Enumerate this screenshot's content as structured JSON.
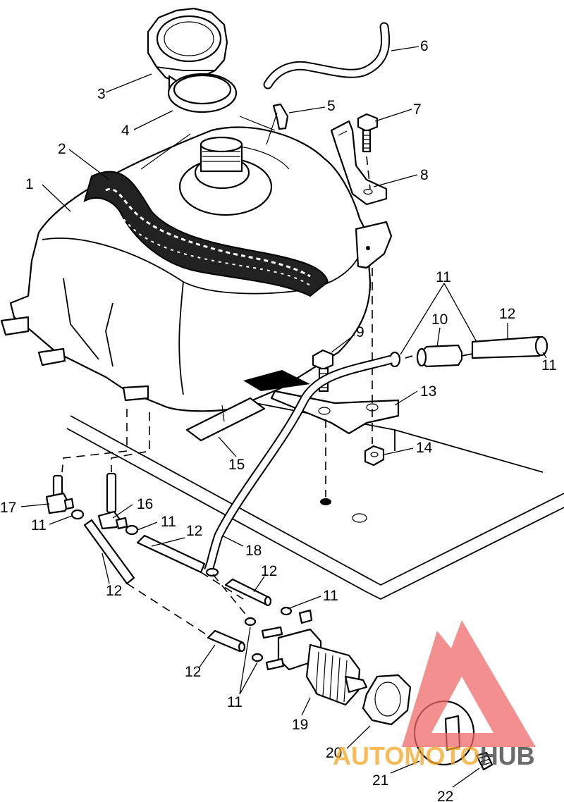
{
  "callouts": [
    {
      "id": "c1",
      "text": "1"
    },
    {
      "id": "c2",
      "text": "2"
    },
    {
      "id": "c3",
      "text": "3"
    },
    {
      "id": "c4",
      "text": "4"
    },
    {
      "id": "c5",
      "text": "5"
    },
    {
      "id": "c6",
      "text": "6"
    },
    {
      "id": "c7",
      "text": "7"
    },
    {
      "id": "c8",
      "text": "8"
    },
    {
      "id": "c9",
      "text": "9"
    },
    {
      "id": "c10",
      "text": "10"
    },
    {
      "id": "c11a",
      "text": "11"
    },
    {
      "id": "c12a",
      "text": "12"
    },
    {
      "id": "c11b",
      "text": "11"
    },
    {
      "id": "c13",
      "text": "13"
    },
    {
      "id": "c14",
      "text": "14"
    },
    {
      "id": "c15",
      "text": "15"
    },
    {
      "id": "c16",
      "text": "16"
    },
    {
      "id": "c17",
      "text": "17"
    },
    {
      "id": "c11c",
      "text": "11"
    },
    {
      "id": "c11d",
      "text": "11"
    },
    {
      "id": "c12b",
      "text": "12"
    },
    {
      "id": "c12c",
      "text": "12"
    },
    {
      "id": "c18",
      "text": "18"
    },
    {
      "id": "c12d",
      "text": "12"
    },
    {
      "id": "c11e",
      "text": "11"
    },
    {
      "id": "c12e",
      "text": "12"
    },
    {
      "id": "c11f",
      "text": "11"
    },
    {
      "id": "c19",
      "text": "19"
    },
    {
      "id": "c20",
      "text": "20"
    },
    {
      "id": "c21",
      "text": "21"
    },
    {
      "id": "c22",
      "text": "22"
    }
  ],
  "watermark": {
    "part1": "AUTO",
    "part2": "MOTO",
    "part3": "HUB",
    "color_red": "#f06a6a",
    "color_orange": "#f5a623",
    "color_dark": "#3a3a3a"
  }
}
